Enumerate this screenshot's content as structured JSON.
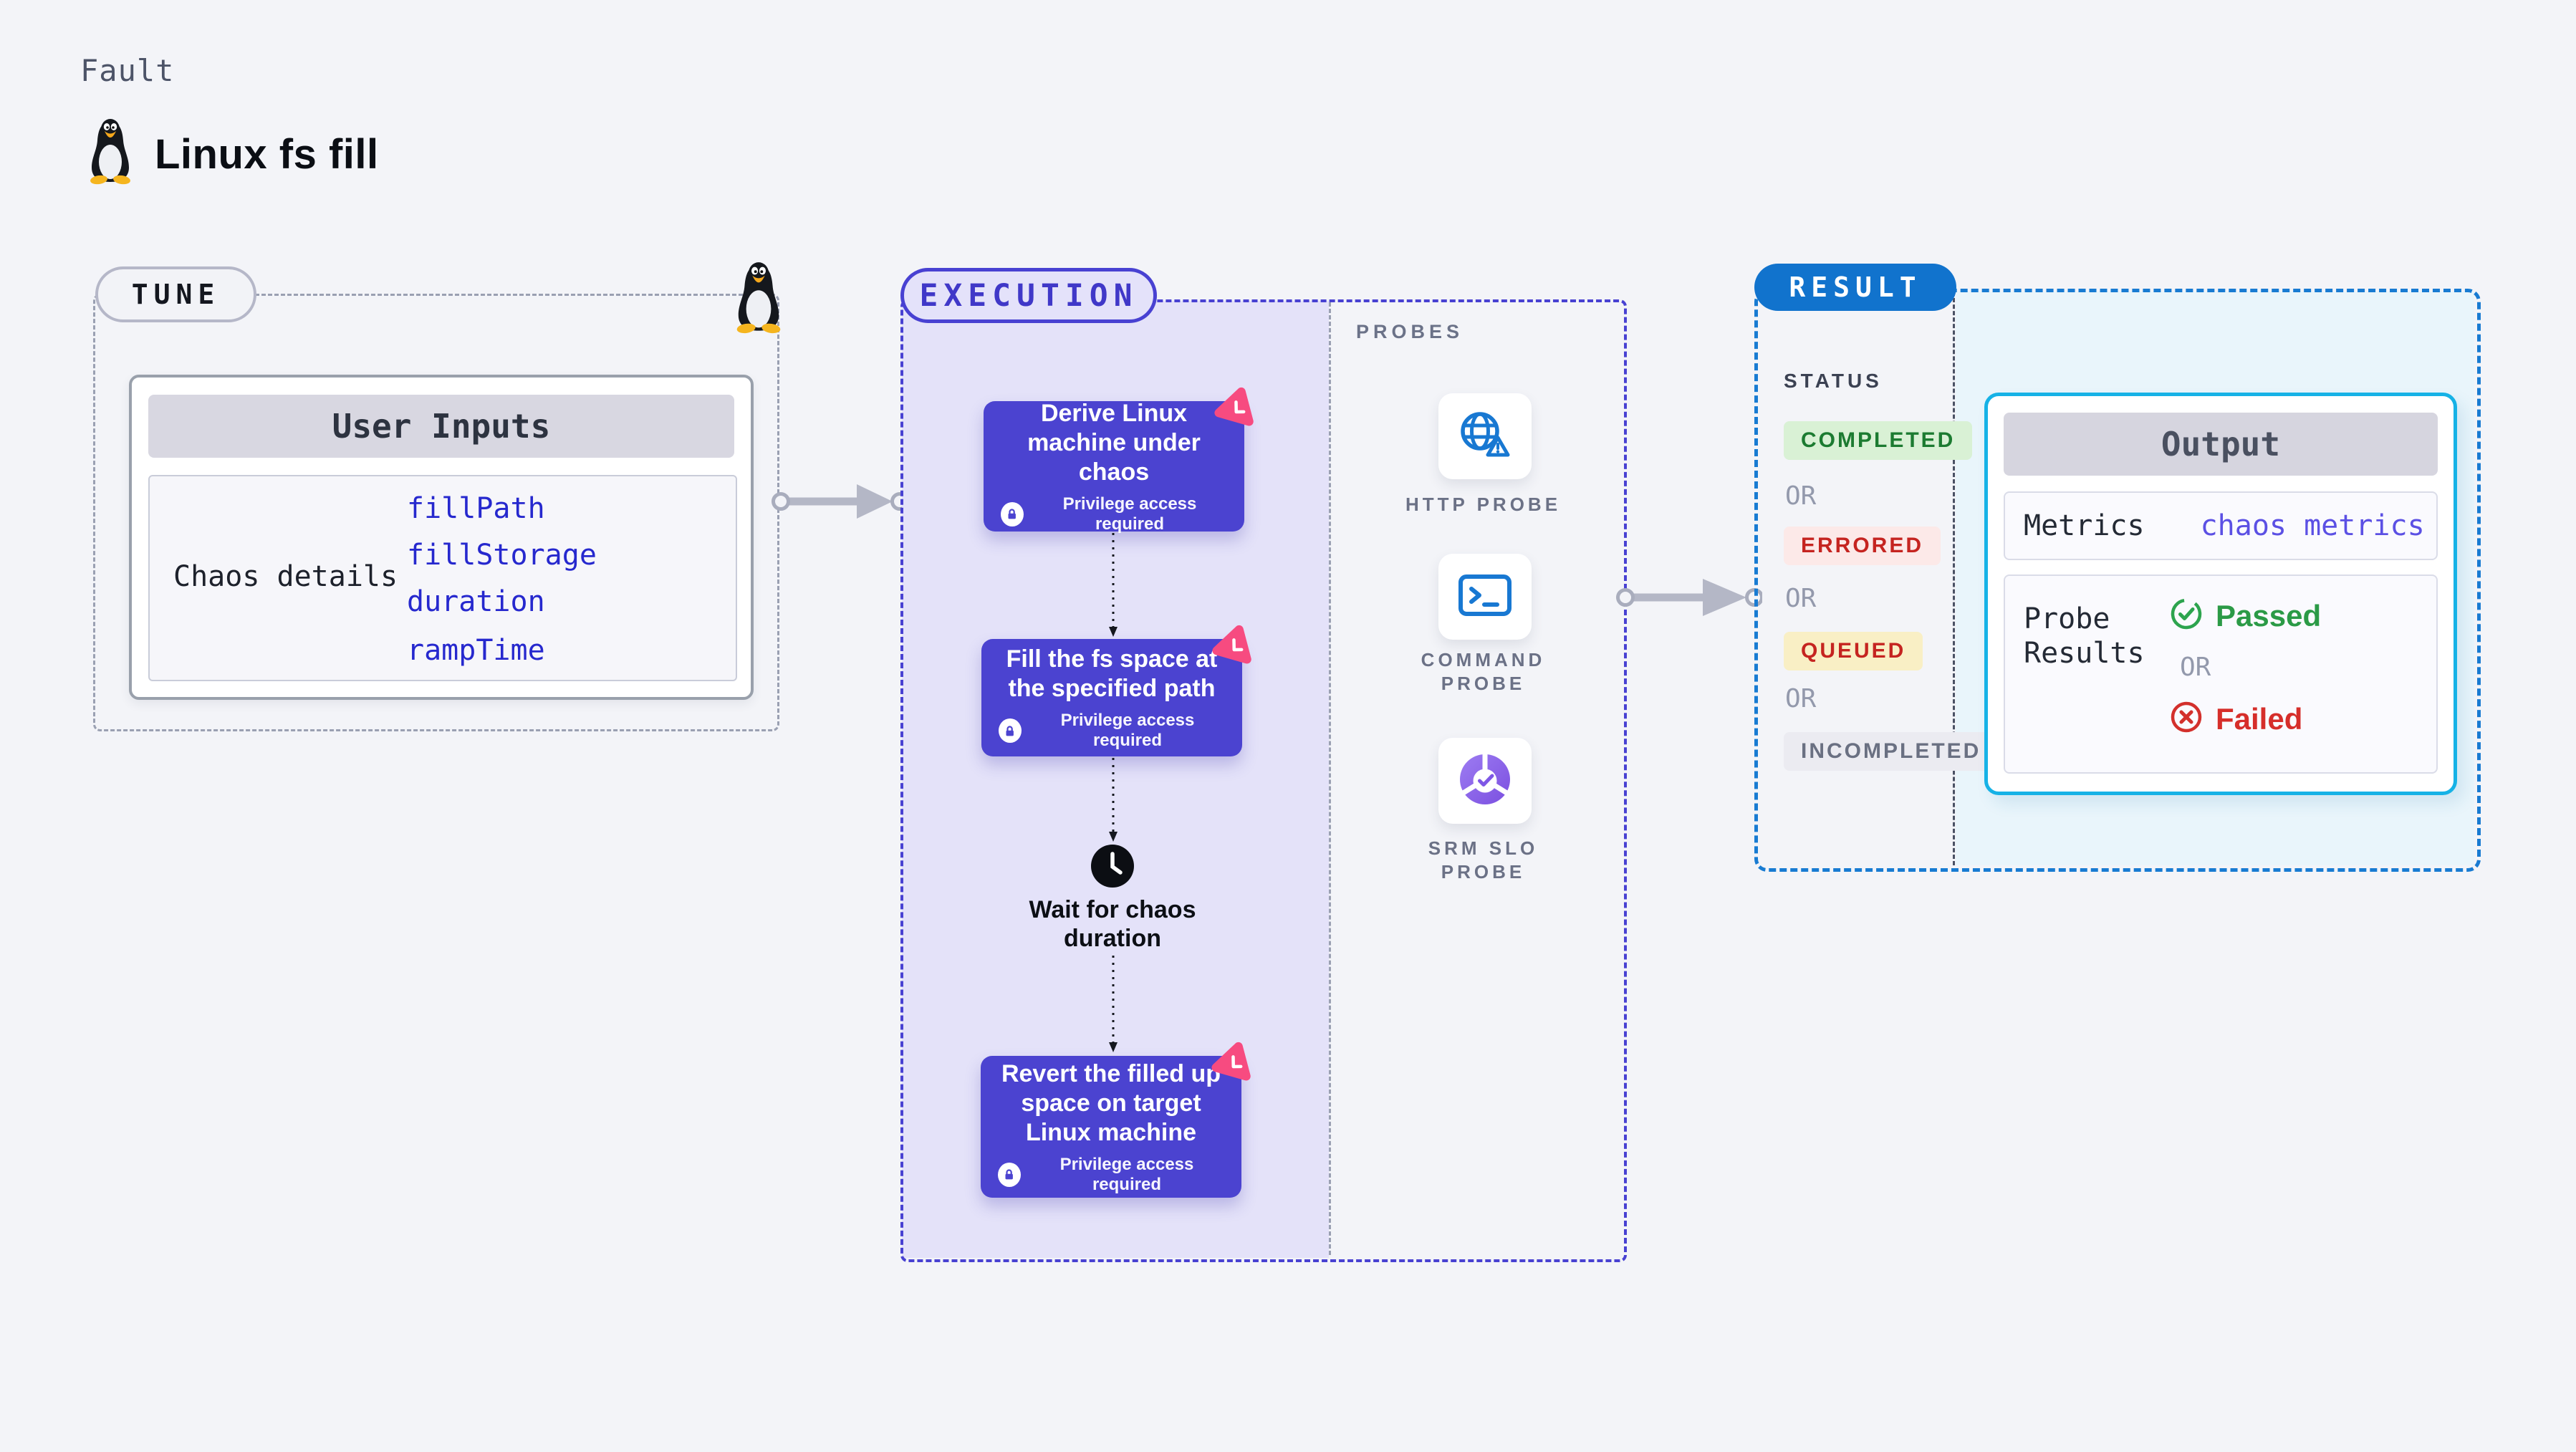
{
  "header": {
    "kicker": "Fault",
    "title": "Linux fs fill",
    "logo": "tux-penguin-icon"
  },
  "tune": {
    "label": "TUNE",
    "corner_icon": "tux-penguin-icon",
    "user_inputs": {
      "title": "User Inputs",
      "row_label": "Chaos details",
      "inputs": [
        "fillPath",
        "fillStorage",
        "duration",
        "rampTime"
      ]
    }
  },
  "execution": {
    "label": "EXECUTION",
    "steps": [
      {
        "title": "Derive Linux machine under chaos",
        "note": "Privilege access required",
        "corner_icon": "chaos-badge-icon",
        "note_icon": "lock-icon"
      },
      {
        "title": "Fill the fs space at the specified path",
        "note": "Privilege access required",
        "corner_icon": "chaos-badge-icon",
        "note_icon": "lock-icon"
      },
      {
        "title": "Revert the filled up space on target Linux machine",
        "note": "Privilege access required",
        "corner_icon": "chaos-badge-icon",
        "note_icon": "lock-icon"
      }
    ],
    "wait_step": {
      "label": "Wait for chaos duration",
      "icon": "clock-icon"
    }
  },
  "probes": {
    "label": "PROBES",
    "items": [
      {
        "name": "HTTP PROBE",
        "icon": "globe-alert-icon"
      },
      {
        "name": "COMMAND PROBE",
        "icon": "terminal-icon"
      },
      {
        "name": "SRM SLO PROBE",
        "icon": "slo-donut-check-icon"
      }
    ]
  },
  "result": {
    "label": "RESULT",
    "status_heading": "STATUS",
    "or_label": "OR",
    "statuses": [
      {
        "text": "COMPLETED",
        "color": "#1c7b31",
        "bg": "#d9f1d5"
      },
      {
        "text": "ERRORED",
        "color": "#c52420",
        "bg": "#fce9e8"
      },
      {
        "text": "QUEUED",
        "color": "#c52420",
        "bg": "#f9efc5"
      },
      {
        "text": "INCOMPLETED",
        "color": "#6a7082",
        "bg": "#ebebf1"
      }
    ],
    "output": {
      "title": "Output",
      "metrics_label": "Metrics",
      "metrics_value": "chaos metrics",
      "probe_results_label": "Probe Results",
      "passed_label": "Passed",
      "failed_label": "Failed",
      "passed_icon": "check-circle-icon",
      "failed_icon": "x-circle-icon"
    }
  },
  "colors": {
    "page_bg": "#f3f4f8",
    "accent_indigo": "#4841d2",
    "card_purple": "#4b43d0",
    "lavender_panel": "#e4e2f9",
    "result_blue": "#1173cd",
    "result_dash_blue": "#187bd2",
    "output_border_cyan": "#16b2e6",
    "output_panel_cyan": "#e9f5fb",
    "link_blue": "#2628ce",
    "badge_pink": "#f74b80",
    "probe_icon_blue": "#1878d2",
    "srm_purple": "#7b4fe0",
    "connector_gray": "#b4b7c6"
  }
}
